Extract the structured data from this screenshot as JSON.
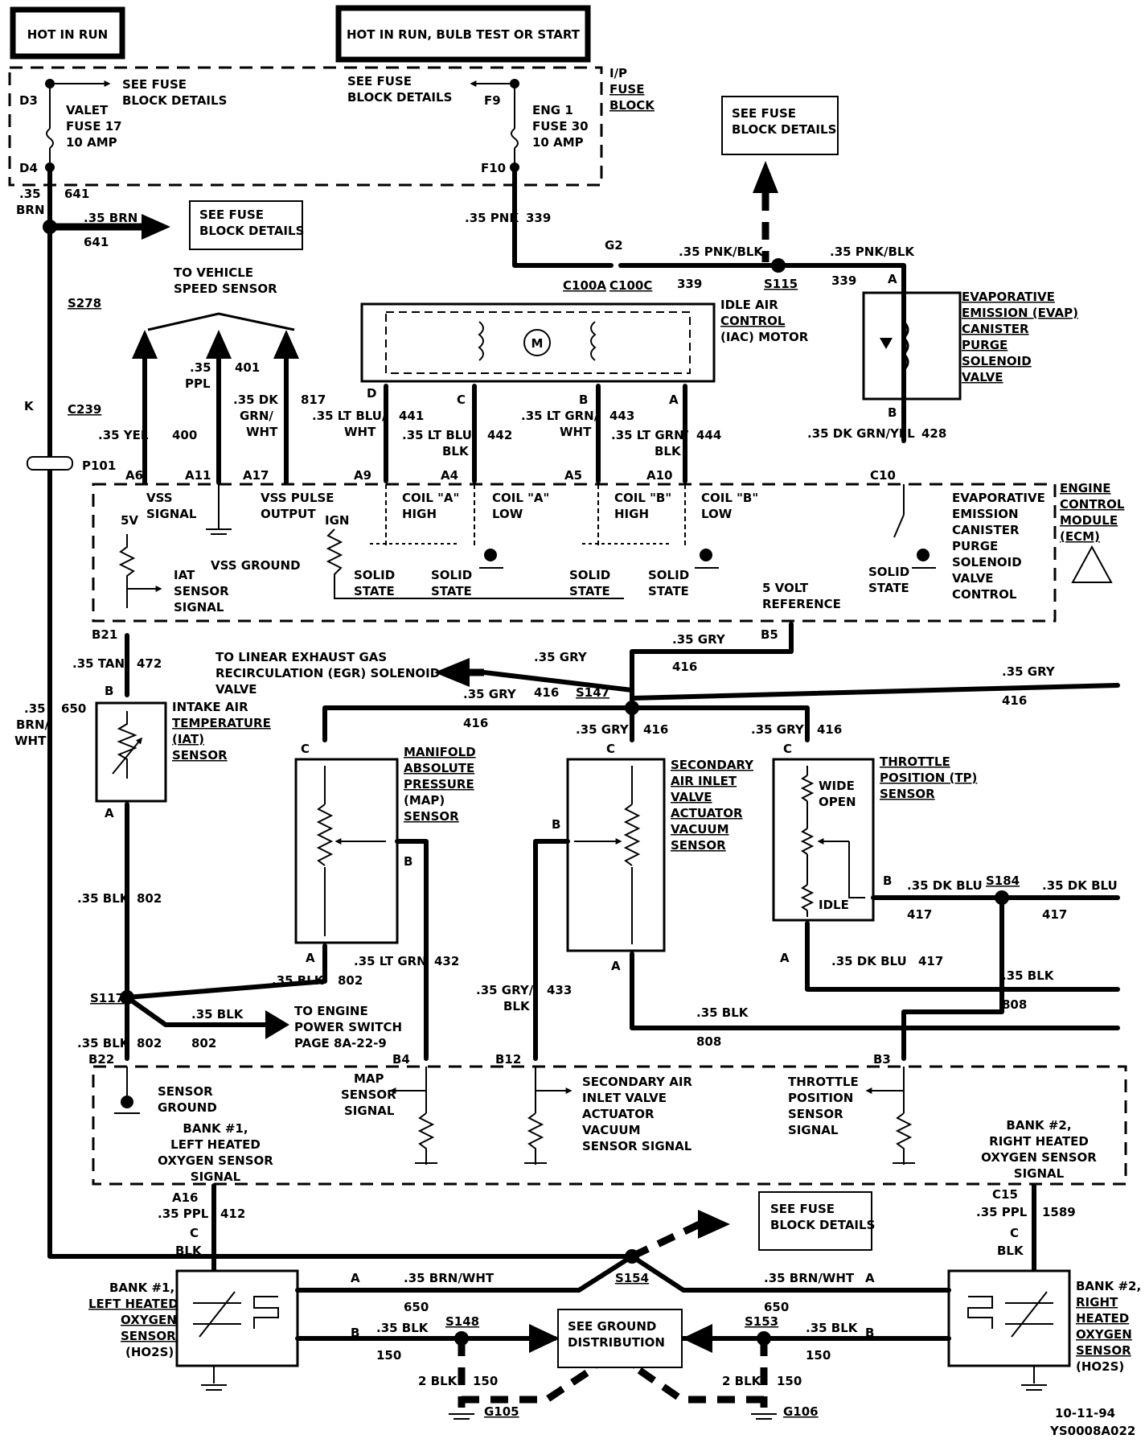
{
  "header": {
    "hot_in_run": "HOT IN RUN",
    "hot_in_run_bulb": "HOT IN RUN, BULB TEST OR START"
  },
  "fuse_block": {
    "title_1": "I/P",
    "title_2": "FUSE",
    "title_3": "BLOCK",
    "see_details_1": "SEE FUSE",
    "see_details_2": "BLOCK DETAILS",
    "d3": "D3",
    "d4": "D4",
    "f9": "F9",
    "f10": "F10",
    "valet_1": "VALET",
    "valet_2": "FUSE 17",
    "valet_3": "10 AMP",
    "eng_1": "ENG 1",
    "eng_2": "FUSE 30",
    "eng_3": "10 AMP"
  },
  "see_fuse_box_1": "SEE FUSE",
  "see_fuse_box_2": "BLOCK DETAILS",
  "to_vss_1": "TO VEHICLE",
  "to_vss_2": "SPEED SENSOR",
  "wires": {
    "brn_035": ".35",
    "brn_color": "BRN",
    "w641": "641",
    "brn_arrow": ".35 BRN",
    "pnk": ".35 PNK",
    "w339": "339",
    "pnkblk": ".35 PNK/BLK",
    "g2": "G2",
    "c100a": "C100A",
    "c100c": "C100C",
    "s115": "S115",
    "s278": "S278",
    "k": "K",
    "c239": "C239",
    "p101": "P101",
    "yel": ".35 YEL",
    "w400": "400",
    "ppl_1": ".35",
    "ppl_2": "PPL",
    "w401": "401",
    "dkgrn_1": ".35 DK",
    "dkgrn_2": "GRN/",
    "dkgrn_3": "WHT",
    "w817": "817",
    "ltbluwht_1": ".35 LT BLU/",
    "ltbluwht_2": "WHT",
    "w441": "441",
    "ltblublk_1": ".35 LT BLU/",
    "ltblublk_2": "BLK",
    "w442": "442",
    "ltgrnwht_1": ".35 LT GRN/",
    "ltgrnwht_2": "WHT",
    "w443": "443",
    "ltgrnblk_1": ".35 LT GRN/",
    "ltgrnblk_2": "BLK",
    "w444": "444",
    "dkgrnyel": ".35 DK GRN/YEL",
    "w428": "428",
    "tan": ".35 TAN",
    "w472": "472",
    "brnwht_1": ".35",
    "brnwht_2": "BRN/",
    "brnwht_3": "WHT",
    "w650": "650",
    "gry": ".35 GRY",
    "w416": "416",
    "s147": "S147",
    "blk": ".35 BLK",
    "w802": "802",
    "ltgrn": ".35 LT GRN",
    "w432": "432",
    "gryblk_1": ".35 GRY/",
    "gryblk_2": "BLK",
    "w433": "433",
    "dkblu": ".35 DK BLU",
    "w417": "417",
    "s184": "S184",
    "w808": "808",
    "s117": "S117",
    "ppl": ".35 PPL",
    "w412": "412",
    "w1589": "1589",
    "blk_only": "BLK",
    "brnwht": ".35 BRN/WHT",
    "s154": "S154",
    "s148": "S148",
    "s153": "S153",
    "w150": "150",
    "blk2": "2 BLK",
    "g105": "G105",
    "g106": "G106"
  },
  "pins": {
    "a6": "A6",
    "a11": "A11",
    "a17": "A17",
    "a9": "A9",
    "a4": "A4",
    "a5": "A5",
    "a10": "A10",
    "c10": "C10",
    "b21": "B21",
    "b5": "B5",
    "b22": "B22",
    "b4": "B4",
    "b12": "B12",
    "b3": "B3",
    "a16": "A16",
    "c15": "C15",
    "a": "A",
    "b": "B",
    "c": "C",
    "d": "D"
  },
  "iac": {
    "name_1": "IDLE AIR",
    "name_2": "CONTROL",
    "name_3": "(IAC) MOTOR",
    "motor": "M"
  },
  "evap": {
    "name_1": "EVAPORATIVE",
    "name_2": "EMISSION (EVAP)",
    "name_3": "CANISTER",
    "name_4": "PURGE",
    "name_5": "SOLENOID",
    "name_6": "VALVE"
  },
  "ecm": {
    "name_1": "ENGINE",
    "name_2": "CONTROL",
    "name_3": "MODULE",
    "name_4": "(ECM)",
    "vss_signal_1": "VSS",
    "vss_signal_2": "SIGNAL",
    "vss_ground": "VSS GROUND",
    "vss_pulse_1": "VSS PULSE",
    "vss_pulse_2": "OUTPUT",
    "ign": "IGN",
    "fivev": "5V",
    "iat_1": "IAT",
    "iat_2": "SENSOR",
    "iat_3": "SIGNAL",
    "coil_a_high_1": "COIL \"A\"",
    "coil_a_high_2": "HIGH",
    "coil_a_low_1": "COIL \"A\"",
    "coil_a_low_2": "LOW",
    "coil_b_high_1": "COIL \"B\"",
    "coil_b_high_2": "HIGH",
    "coil_b_low_1": "COIL \"B\"",
    "coil_b_low_2": "LOW",
    "solid": "SOLID",
    "state": "STATE",
    "evap_ctl_1": "EVAPORATIVE",
    "evap_ctl_2": "EMISSION",
    "evap_ctl_3": "CANISTER",
    "evap_ctl_4": "PURGE",
    "evap_ctl_5": "SOLENOID",
    "evap_ctl_6": "VALVE",
    "evap_ctl_7": "CONTROL",
    "ref_1": "5 VOLT",
    "ref_2": "REFERENCE",
    "sensor_ground_1": "SENSOR",
    "sensor_ground_2": "GROUND",
    "map_sig_1": "MAP",
    "map_sig_2": "SENSOR",
    "map_sig_3": "SIGNAL",
    "sec_sig_1": "SECONDARY AIR",
    "sec_sig_2": "INLET VALVE",
    "sec_sig_3": "ACTUATOR",
    "sec_sig_4": "VACUUM",
    "sec_sig_5": "SENSOR SIGNAL",
    "tp_sig_1": "THROTTLE",
    "tp_sig_2": "POSITION",
    "tp_sig_3": "SENSOR",
    "tp_sig_4": "SIGNAL",
    "bank1_1": "BANK #1,",
    "bank1_2": "LEFT HEATED",
    "bank1_3": "OXYGEN SENSOR",
    "bank1_4": "SIGNAL",
    "bank2_1": "BANK #2,",
    "bank2_2": "RIGHT HEATED",
    "bank2_3": "OXYGEN SENSOR",
    "bank2_4": "SIGNAL"
  },
  "egr_1": "TO LINEAR EXHAUST GAS",
  "egr_2": "RECIRCULATION (EGR) SOLENOID",
  "egr_3": "VALVE",
  "iat_sensor": {
    "name_1": "INTAKE AIR",
    "name_2": "TEMPERATURE",
    "name_3": "(IAT)",
    "name_4": "SENSOR"
  },
  "map_sensor": {
    "name_1": "MANIFOLD",
    "name_2": "ABSOLUTE",
    "name_3": "PRESSURE",
    "name_4": "(MAP)",
    "name_5": "SENSOR"
  },
  "sec_sensor": {
    "name_1": "SECONDARY",
    "name_2": "AIR INLET",
    "name_3": "VALVE",
    "name_4": "ACTUATOR",
    "name_5": "VACUUM",
    "name_6": "SENSOR"
  },
  "tp_sensor": {
    "name_1": "THROTTLE",
    "name_2": "POSITION (TP)",
    "name_3": "SENSOR",
    "wide_1": "WIDE",
    "wide_2": "OPEN",
    "idle": "IDLE"
  },
  "engine_power_1": "TO ENGINE",
  "engine_power_2": "POWER SWITCH",
  "engine_power_3": "PAGE 8A-22-9",
  "ho2s_left": {
    "name_1": "BANK #1,",
    "name_2": "LEFT HEATED",
    "name_3": "OXYGEN",
    "name_4": "SENSOR",
    "name_5": "(HO2S)"
  },
  "ho2s_right": {
    "name_1": "BANK #2,",
    "name_2": "RIGHT",
    "name_3": "HEATED",
    "name_4": "OXYGEN",
    "name_5": "SENSOR",
    "name_6": "(HO2S)"
  },
  "ground_dist_1": "SEE GROUND",
  "ground_dist_2": "DISTRIBUTION",
  "footer": {
    "date": "10-11-94",
    "code": "YS0008A022"
  }
}
